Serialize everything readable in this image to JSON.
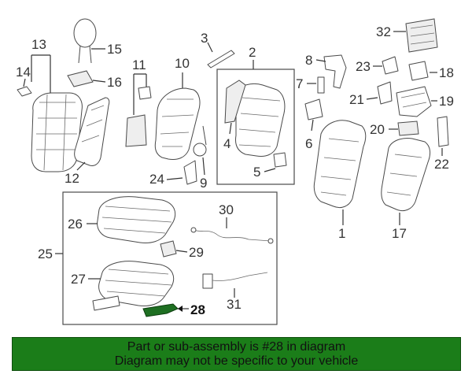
{
  "callouts": {
    "c1": "1",
    "c2": "2",
    "c3": "3",
    "c4": "4",
    "c5": "5",
    "c6": "6",
    "c7": "7",
    "c8": "8",
    "c9": "9",
    "c10": "10",
    "c11": "11",
    "c12": "12",
    "c13": "13",
    "c14": "14",
    "c15": "15",
    "c16": "16",
    "c17": "17",
    "c18": "18",
    "c19": "19",
    "c20": "20",
    "c21": "21",
    "c22": "22",
    "c23": "23",
    "c24": "24",
    "c25": "25",
    "c26": "26",
    "c27": "27",
    "c28": "28",
    "c29": "29",
    "c30": "30",
    "c31": "31",
    "c32": "32"
  },
  "highlighted_part": "28",
  "colors": {
    "highlight": "#1e6f22",
    "banner": "#1b7d19",
    "line": "#4a4a4a"
  },
  "banner": {
    "line1": "Part or sub-assembly is #28 in diagram",
    "line2": "Diagram may not be specific to your vehicle"
  }
}
